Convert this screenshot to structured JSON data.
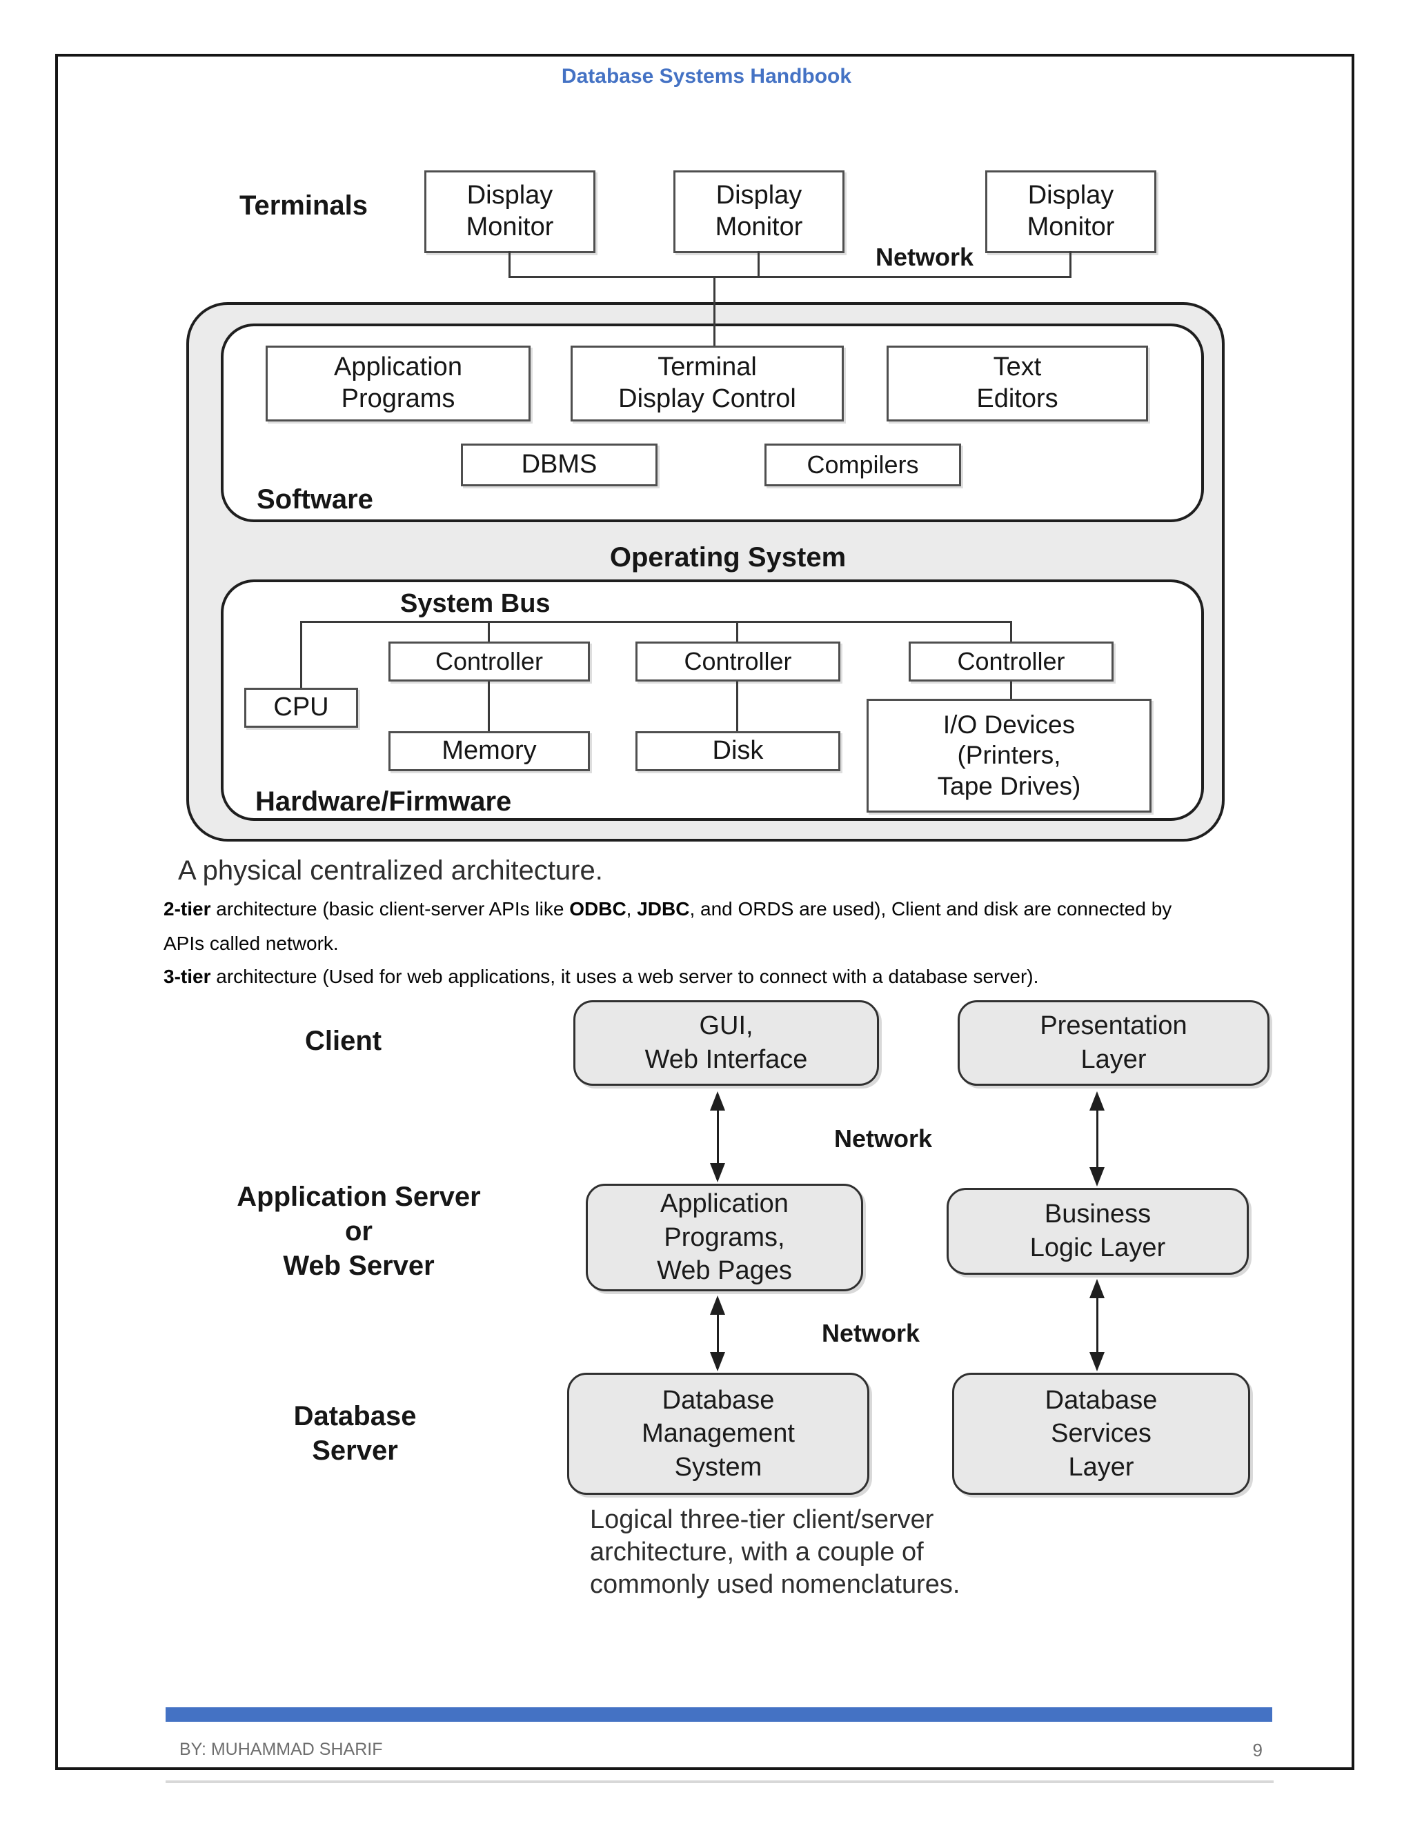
{
  "header": {
    "title": "Database Systems Handbook",
    "accent_color": "#4472C4"
  },
  "d1": {
    "terminals": "Terminals",
    "monitor": "Display\nMonitor",
    "network": "Network",
    "app_programs": "Application\nPrograms",
    "terminal_display_control": "Terminal\nDisplay Control",
    "text_editors": "Text\nEditors",
    "dbms": "DBMS",
    "compilers": "Compilers",
    "software": "Software",
    "operating_system": "Operating System",
    "system_bus": "System Bus",
    "controller": "Controller",
    "cpu": "CPU",
    "memory": "Memory",
    "disk": "Disk",
    "io_devices": "I/O Devices\n(Printers,\nTape Drives)",
    "hardware": "Hardware/Firmware",
    "caption": "A physical centralized architecture."
  },
  "body_text": {
    "t1_bold1": "2-tier",
    "t1_text1": " architecture (basic client-server APIs like ",
    "t1_bold2": "ODBC",
    "t1_text2": ", ",
    "t1_bold3": "JDBC",
    "t1_text3": ", and ORDS are used), Client and disk are connected by",
    "t2": "APIs called network.",
    "t3_bold": "3-tier",
    "t3_text": " architecture (Used for web applications, it uses a web server to connect with a database server)."
  },
  "d2": {
    "client": "Client",
    "gui": "GUI,\nWeb Interface",
    "presentation": "Presentation\nLayer",
    "network_top": "Network",
    "app_server": "Application Server\nor\nWeb Server",
    "app_programs": "Application\nPrograms,\nWeb Pages",
    "business": "Business\nLogic Layer",
    "network_bottom": "Network",
    "db_server": "Database\nServer",
    "dbms": "Database\nManagement\nSystem",
    "db_services": "Database\nServices\nLayer",
    "caption": "Logical three-tier client/server\narchitecture, with a couple of\ncommonly used nomenclatures."
  },
  "footer": {
    "author": "BY: MUHAMMAD SHARIF",
    "page_number": "9"
  }
}
